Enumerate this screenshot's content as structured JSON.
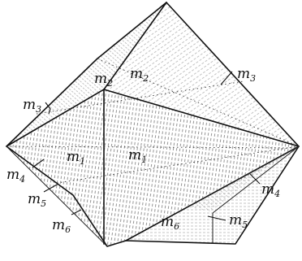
{
  "labels": [
    {
      "id": "m2-left",
      "base": "m",
      "sub": "2"
    },
    {
      "id": "m2-right",
      "base": "m",
      "sub": "2"
    },
    {
      "id": "m3-left",
      "base": "m",
      "sub": "3"
    },
    {
      "id": "m3-right",
      "base": "m",
      "sub": "3"
    },
    {
      "id": "m1-left",
      "base": "m",
      "sub": "1"
    },
    {
      "id": "m1-center",
      "base": "m",
      "sub": "1"
    },
    {
      "id": "m4-left",
      "base": "m",
      "sub": "4"
    },
    {
      "id": "m4-right",
      "base": "m",
      "sub": "4"
    },
    {
      "id": "m5-left",
      "base": "m",
      "sub": "5"
    },
    {
      "id": "m5-right",
      "base": "m",
      "sub": "5"
    },
    {
      "id": "m6-left",
      "base": "m",
      "sub": "6"
    },
    {
      "id": "m6-bottom",
      "base": "m",
      "sub": "6"
    }
  ]
}
